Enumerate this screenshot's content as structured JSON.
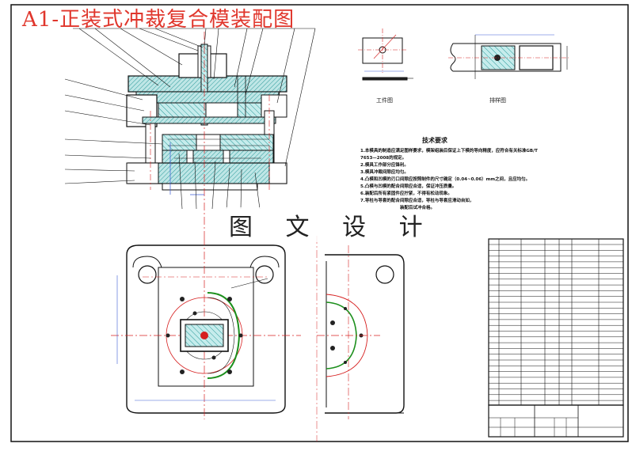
{
  "title": "A1-正装式冲裁复合模装配图",
  "watermark": "图 文 设 计",
  "views": {
    "workpiece_label": "工件图",
    "layout_label": "排样图"
  },
  "requirements": {
    "heading": "技术要求",
    "lines": [
      "1.本模具的制造应满足图样要求，模架组装后保证上下模的导向精度，应符合有关标准GB/T",
      "7653—2008的规定。",
      "2.模具工作部分应锋利。",
      "3.模具冲裁间隙应均匀。",
      "4.凸模和凹模的刃口间隙应按照制件的尺寸确定（0.04~0.06）mm之间，且应均匀。",
      "5.凸模与凹模的配合间隙应合适，保证冲压质量。",
      "6.装配后所有紧固件应拧紧，不得有松动现象。",
      "7.导柱与导套的配合间隙应合适，导柱与导套应滑动自如，",
      "装配后试冲合格。"
    ]
  },
  "colors": {
    "title": "#e0362c",
    "centerline": "#d62020",
    "hatch": "#3ab0b0",
    "dim": "#3b5bd6",
    "outline": "#111111",
    "green": "#1c8f1c"
  }
}
